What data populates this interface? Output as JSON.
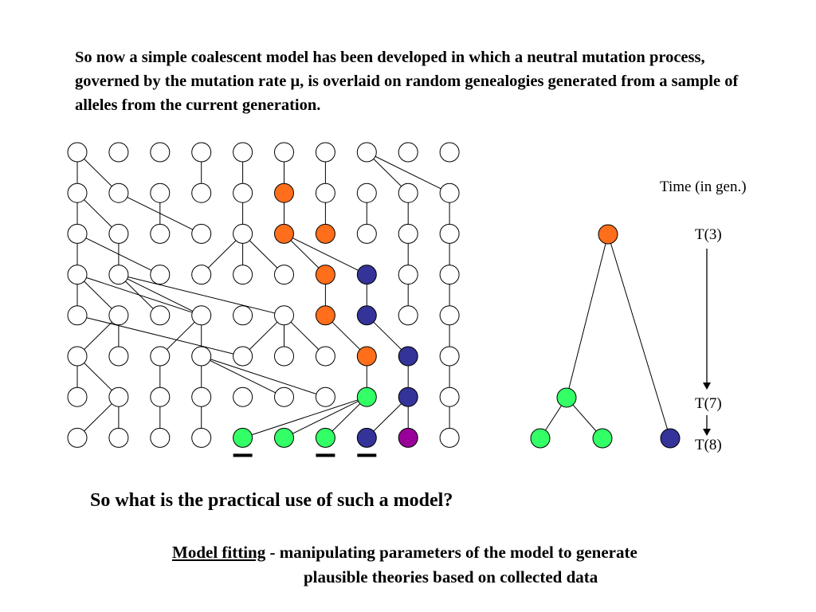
{
  "intro_text": "So now a simple coalescent model has been developed in which a neutral mutation process, governed by the mutation rate μ, is overlaid on random genealogies generated from a sample of alleles from the current generation.",
  "colors": {
    "white": "#ffffff",
    "orange": "#ff6e1a",
    "navy": "#333399",
    "green": "#33ff66",
    "purple": "#990099"
  },
  "grid": {
    "columns": 10,
    "rows": 8,
    "node_colors": [
      [
        "white",
        "white",
        "white",
        "white",
        "white",
        "white",
        "white",
        "white",
        "white",
        "white"
      ],
      [
        "white",
        "white",
        "white",
        "white",
        "white",
        "orange",
        "white",
        "white",
        "white",
        "white"
      ],
      [
        "white",
        "white",
        "white",
        "white",
        "white",
        "orange",
        "orange",
        "white",
        "white",
        "white"
      ],
      [
        "white",
        "white",
        "white",
        "white",
        "white",
        "white",
        "orange",
        "navy",
        "white",
        "white"
      ],
      [
        "white",
        "white",
        "white",
        "white",
        "white",
        "white",
        "orange",
        "navy",
        "white",
        "white"
      ],
      [
        "white",
        "white",
        "white",
        "white",
        "white",
        "white",
        "white",
        "orange",
        "navy",
        "white"
      ],
      [
        "white",
        "white",
        "white",
        "white",
        "white",
        "white",
        "white",
        "green",
        "navy",
        "white"
      ],
      [
        "white",
        "white",
        "white",
        "white",
        "green",
        "green",
        "green",
        "navy",
        "purple",
        "white"
      ]
    ],
    "edges": [
      [
        0,
        0,
        1,
        0
      ],
      [
        0,
        0,
        1,
        1
      ],
      [
        1,
        0,
        2,
        1
      ],
      [
        2,
        0,
        3,
        2
      ],
      [
        3,
        0,
        4,
        3
      ],
      [
        4,
        0,
        5,
        4
      ],
      [
        0,
        3,
        1,
        3
      ],
      [
        0,
        4,
        1,
        4
      ],
      [
        0,
        5,
        1,
        5
      ],
      [
        0,
        6,
        1,
        6
      ],
      [
        0,
        7,
        1,
        8
      ],
      [
        0,
        7,
        1,
        9
      ],
      [
        1,
        0,
        2,
        0
      ],
      [
        1,
        1,
        2,
        3
      ],
      [
        1,
        2,
        2,
        2
      ],
      [
        1,
        4,
        2,
        4
      ],
      [
        1,
        5,
        2,
        5
      ],
      [
        1,
        6,
        2,
        6
      ],
      [
        1,
        7,
        2,
        7
      ],
      [
        1,
        8,
        2,
        8
      ],
      [
        1,
        9,
        2,
        9
      ],
      [
        2,
        0,
        3,
        0
      ],
      [
        2,
        1,
        3,
        1
      ],
      [
        2,
        4,
        3,
        3
      ],
      [
        2,
        4,
        3,
        4
      ],
      [
        2,
        4,
        3,
        5
      ],
      [
        2,
        5,
        3,
        6
      ],
      [
        2,
        5,
        3,
        7
      ],
      [
        2,
        8,
        3,
        8
      ],
      [
        2,
        9,
        3,
        9
      ],
      [
        3,
        0,
        4,
        0
      ],
      [
        3,
        0,
        4,
        1
      ],
      [
        3,
        1,
        4,
        2
      ],
      [
        3,
        1,
        4,
        3
      ],
      [
        3,
        1,
        4,
        5
      ],
      [
        3,
        6,
        4,
        6
      ],
      [
        3,
        7,
        4,
        7
      ],
      [
        3,
        8,
        4,
        8
      ],
      [
        3,
        9,
        4,
        9
      ],
      [
        4,
        1,
        5,
        0
      ],
      [
        4,
        1,
        5,
        1
      ],
      [
        4,
        3,
        5,
        2
      ],
      [
        4,
        3,
        5,
        3
      ],
      [
        4,
        5,
        5,
        4
      ],
      [
        4,
        5,
        5,
        5
      ],
      [
        4,
        5,
        5,
        6
      ],
      [
        4,
        6,
        5,
        7
      ],
      [
        4,
        7,
        5,
        8
      ],
      [
        4,
        9,
        5,
        9
      ],
      [
        5,
        0,
        6,
        0
      ],
      [
        5,
        0,
        6,
        1
      ],
      [
        5,
        2,
        6,
        2
      ],
      [
        5,
        3,
        6,
        3
      ],
      [
        5,
        3,
        6,
        5
      ],
      [
        5,
        3,
        6,
        6
      ],
      [
        5,
        7,
        6,
        7
      ],
      [
        5,
        8,
        6,
        8
      ],
      [
        5,
        9,
        6,
        9
      ],
      [
        6,
        1,
        7,
        0
      ],
      [
        6,
        1,
        7,
        1
      ],
      [
        6,
        2,
        7,
        2
      ],
      [
        6,
        3,
        7,
        3
      ],
      [
        6,
        7,
        7,
        4
      ],
      [
        6,
        7,
        7,
        5
      ],
      [
        6,
        7,
        7,
        6
      ],
      [
        6,
        8,
        7,
        7
      ],
      [
        6,
        8,
        7,
        8
      ],
      [
        6,
        9,
        7,
        9
      ]
    ],
    "underlined_columns": [
      4,
      6,
      7
    ]
  },
  "tree": {
    "nodes": [
      {
        "id": "root",
        "color": "orange"
      },
      {
        "id": "mid",
        "color": "green"
      },
      {
        "id": "leaf-1",
        "color": "green"
      },
      {
        "id": "leaf-2",
        "color": "green"
      },
      {
        "id": "leaf-3",
        "color": "navy"
      }
    ],
    "edges": [
      [
        "root",
        "mid"
      ],
      [
        "root",
        "leaf-3"
      ],
      [
        "mid",
        "leaf-1"
      ],
      [
        "mid",
        "leaf-2"
      ]
    ]
  },
  "time_axis": {
    "label": "Time (in gen.)",
    "t3": "T(3)",
    "t7": "T(7)",
    "t8": "T(8)"
  },
  "question": "So what is the practical use of such a model?",
  "model_fitting": {
    "term": "Model fitting",
    "line1_rest": " - manipulating parameters of the model to generate",
    "line2": "plausible theories based on collected data"
  }
}
